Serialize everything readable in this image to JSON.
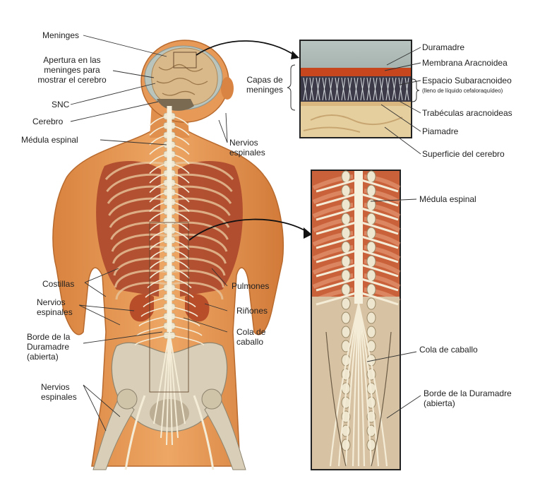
{
  "body_labels": {
    "meninges": "Meninges",
    "apertura": "Apertura en las\nmeninges para\nmostrar el cerebro",
    "snc": "SNC",
    "cerebro": "Cerebro",
    "medula": "Médula espinal",
    "nervios_cuello": "Nervios\nespinales",
    "costillas": "Costillas",
    "nervios_torso": "Nervios\nespinales",
    "borde": "Borde de la\nDuramadre\n(abierta)",
    "nervios_pelvis": "Nervios\nespinales",
    "pulmones": "Pulmones",
    "rinones": "Riñones",
    "cola": "Cola de\ncaballo"
  },
  "meninges_panel": {
    "capas": "Capas de\nmeninges",
    "duramadre": "Duramadre",
    "membrana": "Membrana Aracnoidea",
    "espacio": "Espacio Subaracnoideo",
    "espacio_note": "(lleno de líquido cefaloraquídeo)",
    "trabeculas": "Trabéculas aracnoideas",
    "piamadre": "Piamadre",
    "superficie": "Superficie del cerebro"
  },
  "spine_panel": {
    "medula": "Médula espinal",
    "cola": "Cola de caballo",
    "borde": "Borde de la Duramadre\n(abierta)"
  },
  "colors": {
    "skin": "#e89a55",
    "skin_dark": "#c8702e",
    "ribs": "#b85a35",
    "nerve": "#f4ecd6",
    "bone": "#d9cfb8",
    "brain": "#d9b88a",
    "dura": "#b9c2bd",
    "arachnoid": "#c8461e"
  }
}
